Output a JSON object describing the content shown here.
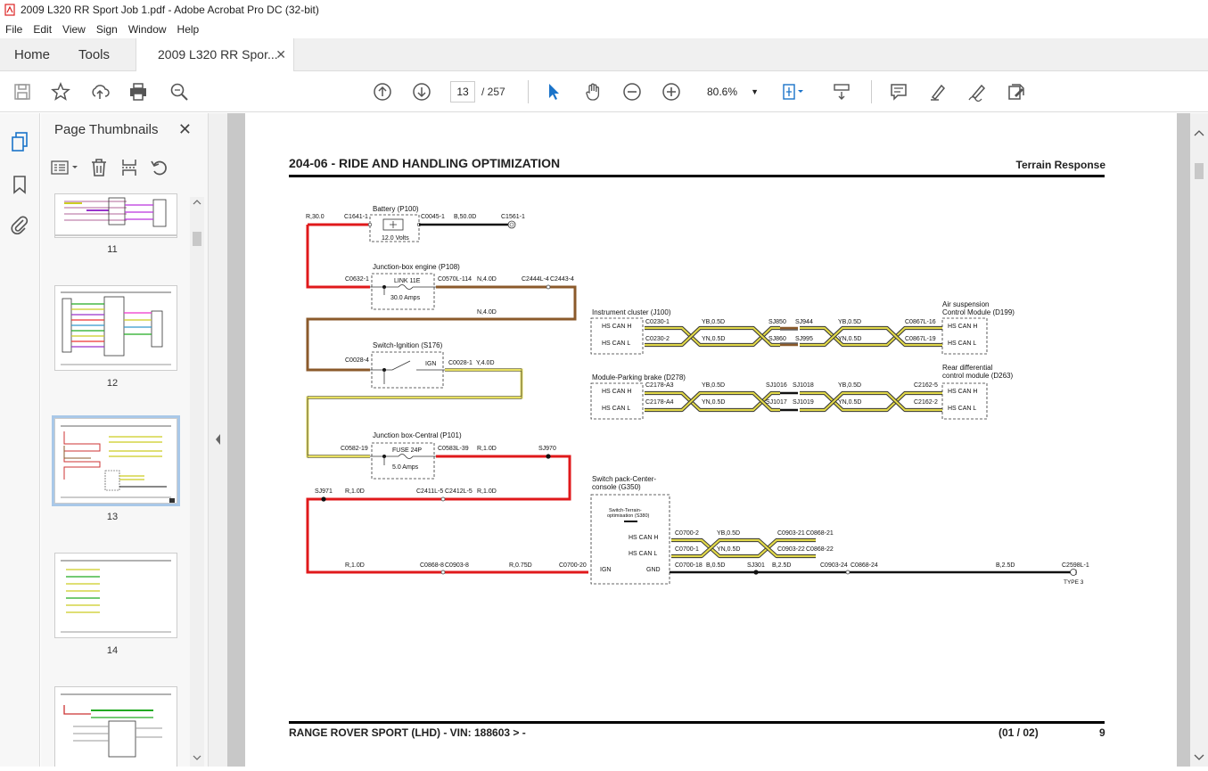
{
  "window": {
    "title": "2009 L320 RR Sport Job 1.pdf - Adobe Acrobat Pro DC (32-bit)"
  },
  "menu": {
    "items": [
      "File",
      "Edit",
      "View",
      "Sign",
      "Window",
      "Help"
    ]
  },
  "tabs": {
    "home": "Home",
    "tools": "Tools",
    "doc": "2009 L320 RR Spor..."
  },
  "toolbar": {
    "page_current": "13",
    "page_total": "/ 257",
    "zoom": "80.6%"
  },
  "panel": {
    "title": "Page Thumbnails",
    "thumbnails": [
      "11",
      "12",
      "13",
      "14"
    ]
  },
  "page": {
    "header_left": "204-06 - RIDE AND HANDLING OPTIMIZATION",
    "header_right": "Terrain Response",
    "footer_left": "RANGE ROVER SPORT (LHD) - VIN: 188603 >   -",
    "footer_mid": "(01 / 02)",
    "footer_right": "9"
  },
  "diagram": {
    "components": {
      "battery": "Battery (P100)",
      "battery_rating": "12.0 Volts",
      "jbe": "Junction-box engine (P108)",
      "jbe_fuse": "LINK 11E",
      "jbe_amps": "30.0 Amps",
      "ign": "Switch-Ignition (S176)",
      "ign_label": "IGN",
      "jbc": "Junction box-Central (P101)",
      "jbc_fuse": "FUSE 24P",
      "jbc_amps": "5.0 Amps",
      "ic": "Instrument cluster (J100)",
      "asm1": "Air suspension",
      "asm2": "Control Module (D199)",
      "pb": "Module-Parking brake (D278)",
      "rd1": "Rear differential",
      "rd2": "control module (D263)",
      "sp1": "Switch pack-Center-",
      "sp2": "console (G350)",
      "ts1": "Switch-Terrain-",
      "ts2": "optimisation (S380)",
      "canh": "HS CAN H",
      "canl": "HS CAN L",
      "gnd": "GND",
      "type": "TYPE 3"
    },
    "labels": {
      "r30": "R,30.0",
      "c1641": "C1641-1",
      "c0045": "C0045-1",
      "b50": "B,50.0D",
      "c1561": "C1561-1",
      "c0632": "C0632-1",
      "c0570": "C0570L-114",
      "n40a": "N,4.0D",
      "c2444": "C2444L-4",
      "c2443": "C2443-4",
      "n40b": "N,4.0D",
      "c0028a": "C0028-4",
      "c0028b": "C0028-1",
      "y40": "Y,4.0D",
      "c0582": "C0582-19",
      "c0583": "C0583L-39",
      "r10a": "R,1.0D",
      "sj970": "SJ970",
      "sj971": "SJ971",
      "r10b": "R,1.0D",
      "c2411": "C2411L-5",
      "c2412": "C2412L-5",
      "r10c": "R,1.0D",
      "r10d": "R,1.0D",
      "c0868": "C0868-8",
      "c0903": "C0903-8",
      "r075": "R,0.75D",
      "c0700a": "C0700-20",
      "c0230a": "C0230-1",
      "c0230b": "C0230-2",
      "yb05a": "YB,0.5D",
      "yn05a": "YN,0.5D",
      "sj850": "SJ850",
      "sj860": "SJ860",
      "sj944": "SJ944",
      "sj995": "SJ995",
      "yb05b": "YB,0.5D",
      "yn05b": "YN,0.5D",
      "c0867a": "C0867L-16",
      "c0867b": "C0867L-19",
      "c2178a": "C2178-A3",
      "c2178b": "C2178-A4",
      "yb05c": "YB,0.5D",
      "yn05c": "YN,0.5D",
      "sj1016": "SJ1016",
      "sj1017": "SJ1017",
      "sj1018": "SJ1018",
      "sj1019": "SJ1019",
      "yb05d": "YB,0.5D",
      "yn05d": "YN,0.5D",
      "c2162a": "C2162-5",
      "c2162b": "C2162-2",
      "c0700b": "C0700-2",
      "c0700c": "C0700-1",
      "yb05e": "YB,0.5D",
      "yn05e": "YN,0.5D",
      "c0903a": "C0903-21",
      "c0868a": "C0868-21",
      "c0903b": "C0903-22",
      "c0868b": "C0868-22",
      "c0700d": "C0700-18",
      "b05": "B,0.5D",
      "sj301": "SJ301",
      "b25a": "B,2.5D",
      "c0903c": "C0903-24",
      "c0868c": "C0868-24",
      "b25b": "B,2.5D",
      "c2598": "C2598L-1"
    }
  },
  "colors": {
    "red": "#e0191b",
    "brown": "#8b5a2b",
    "yellow": "#e8e060",
    "wire_dark": "#111111",
    "selection": "#a9c8e8"
  }
}
